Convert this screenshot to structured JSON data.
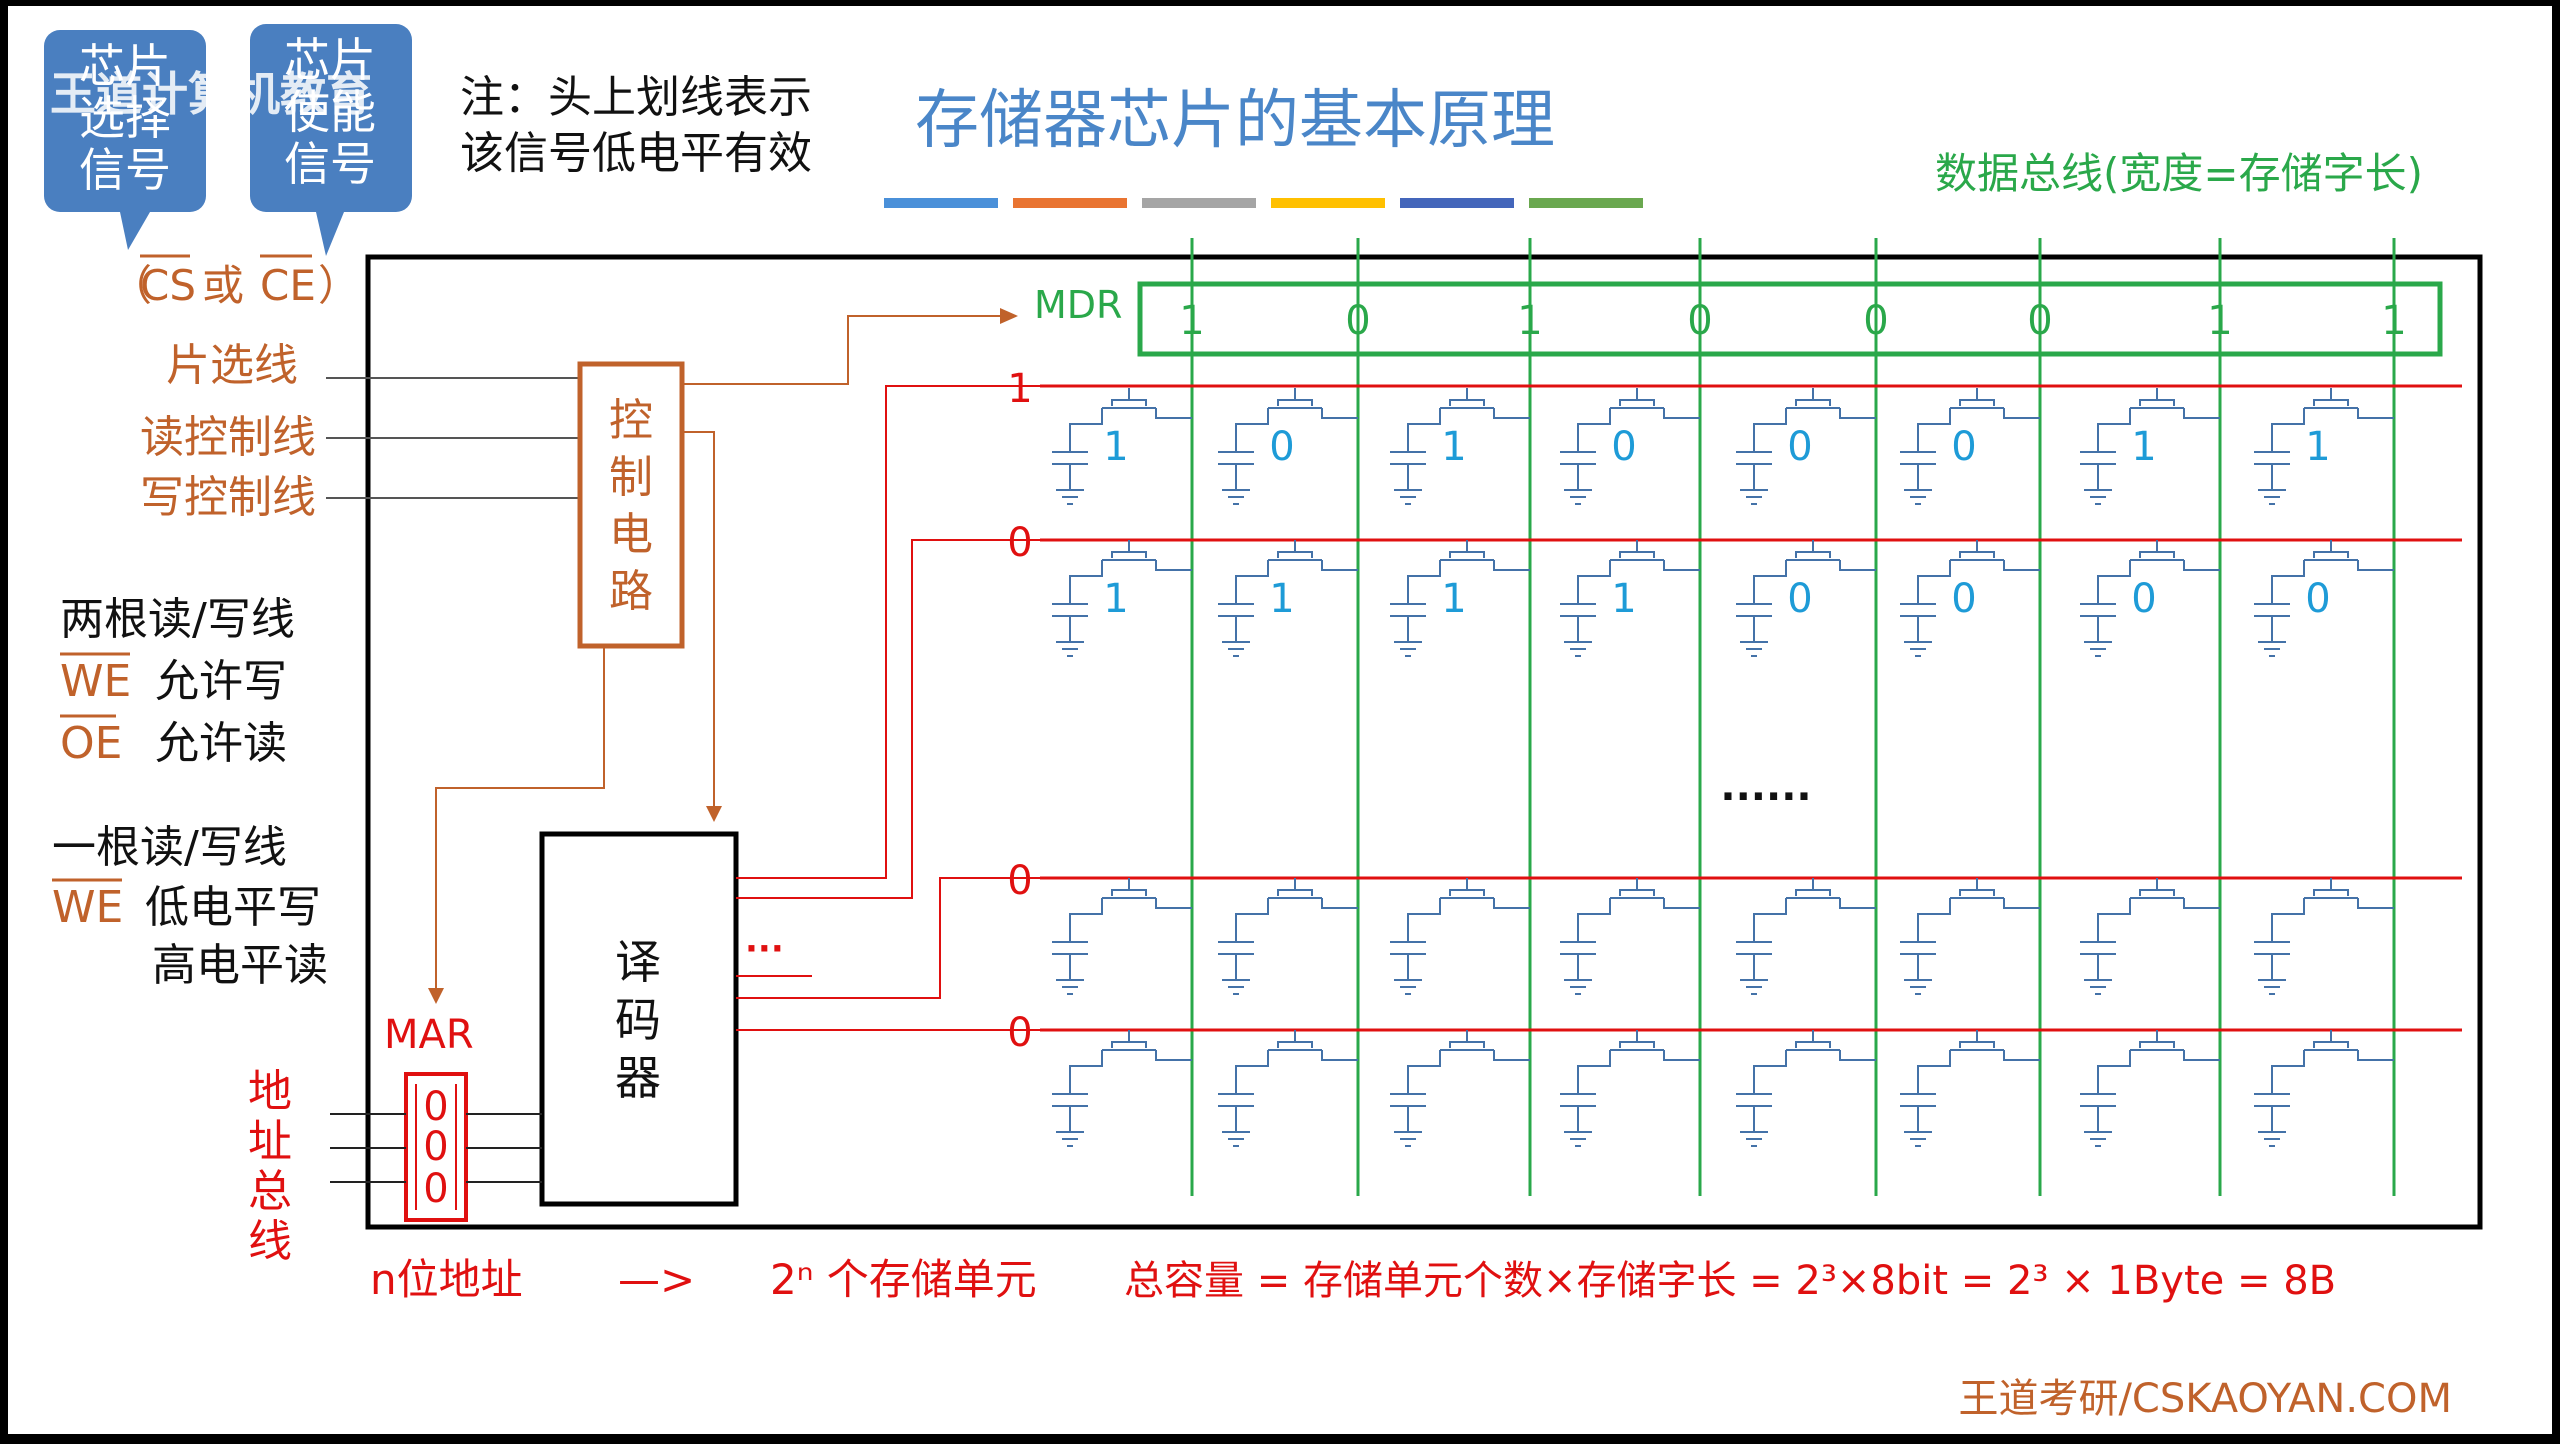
{
  "slide": {
    "watermark": "王道计算机教育",
    "bubble_left": [
      "芯片",
      "选择",
      "信号"
    ],
    "bubble_right": [
      "芯片",
      "使能",
      "信号"
    ],
    "note_line1": "注：头上划线表示",
    "note_line2": "该信号低电平有效",
    "title": "存储器芯片的基本原理",
    "cs_ce": {
      "open": "（",
      "cs": "CS",
      "or": "或",
      "ce": "CE",
      "close": "）"
    },
    "chip_select_line": "片选线",
    "read_control_line": "读控制线",
    "write_control_line": "写控制线",
    "two_rw_title": "两根读/写线",
    "we_label": "WE",
    "we_desc": "允许写",
    "oe_label": "OE",
    "oe_desc": "允许读",
    "one_rw_title": "一根读/写线",
    "we2_label": "WE",
    "we2_desc1": "低电平写",
    "we2_desc2": "高电平读",
    "control_circuit": [
      "控",
      "制",
      "电",
      "路"
    ],
    "decoder": [
      "译",
      "码",
      "器"
    ],
    "decoder_dots": "···",
    "mar_label": "MAR",
    "mar_bits": [
      "0",
      "0",
      "0"
    ],
    "address_bus": [
      "地",
      "址",
      "总",
      "线"
    ],
    "mdr_label": "MDR",
    "data_bus_label": "数据总线(宽度=存储字长)",
    "mdr_bits": [
      "1",
      "0",
      "1",
      "0",
      "0",
      "0",
      "1",
      "1"
    ],
    "word_lines": [
      "1",
      "0",
      "0",
      "0"
    ],
    "cell_rows": [
      [
        "1",
        "0",
        "1",
        "0",
        "0",
        "0",
        "1",
        "1"
      ],
      [
        "1",
        "1",
        "1",
        "1",
        "0",
        "0",
        "0",
        "0"
      ]
    ],
    "ellipsis": "......",
    "bottom_n_bits": "n位地址",
    "bottom_arrow": "—>",
    "bottom_units": "2ⁿ 个存储单元",
    "bottom_capacity": "总容量 = 存储单元个数×存储字长 = 2³×8bit = 2³ × 1Byte = 8B",
    "footer": "王道考研/CSKAOYAN.COM"
  },
  "colors": {
    "brown": "#c0622b",
    "red": "#e01010",
    "green": "#2aa84a",
    "blue": "#4472a8",
    "cell_blue": "#1e9bd7",
    "title_blue": "#4a86c8",
    "bubble": "#4a7fc0",
    "swatches": [
      "#4a90d9",
      "#e97431",
      "#a5a5a5",
      "#ffc000",
      "#4466bb",
      "#6aa84f"
    ]
  }
}
